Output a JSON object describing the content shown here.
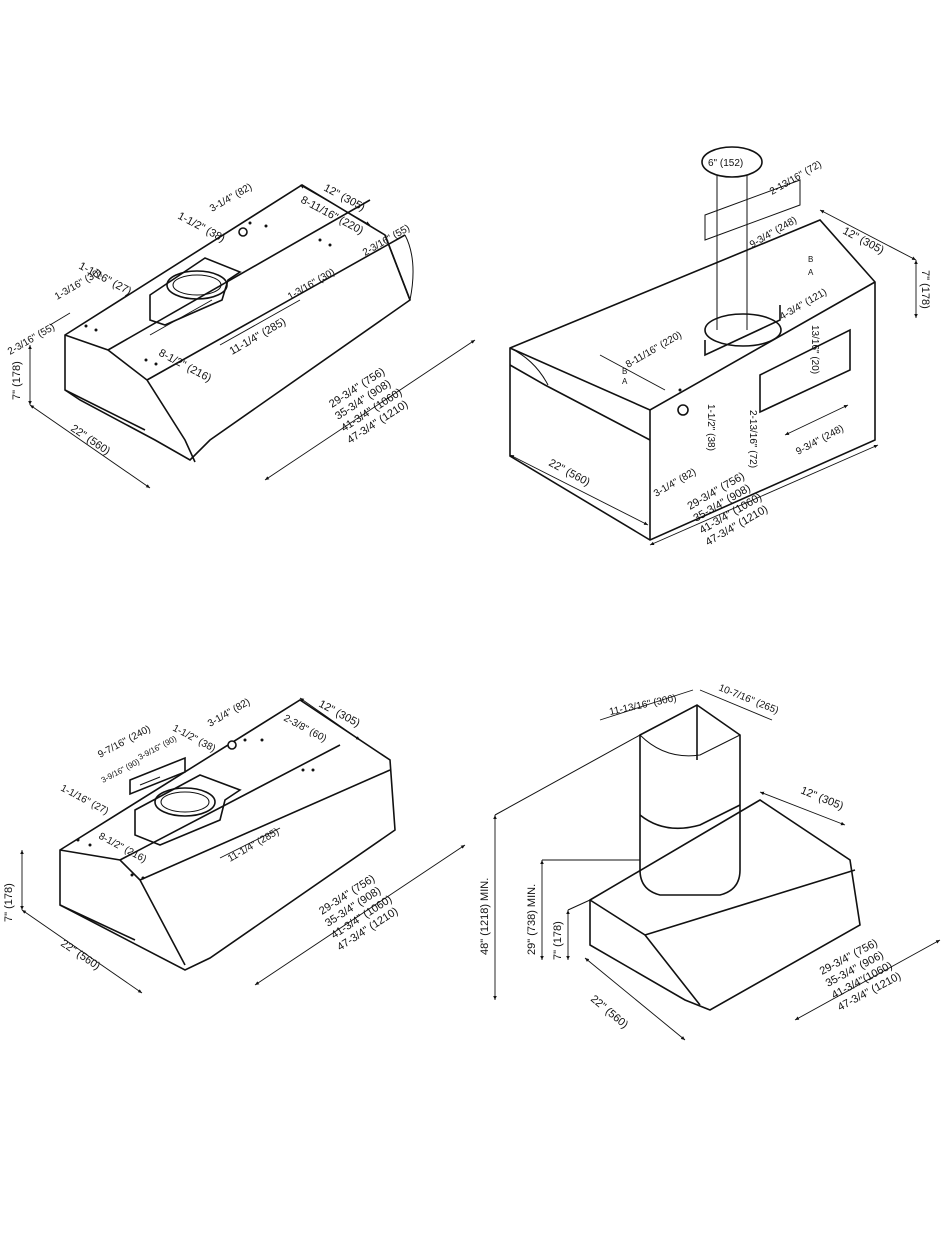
{
  "diagrams": [
    {
      "name": "under-cabinet-hood-top-vent",
      "labels": {
        "d1": "3-1/4\" (82)",
        "d2": "12\" (305)",
        "d3": "1-1/2\" (38)",
        "d4": "8-11/16\" (220)",
        "d5": "2-3/16\" (55)",
        "d6": "1-1/16\" (27)",
        "d7": "1-3/16\" (30)",
        "d8": "1-3/16\" (30)",
        "d9": "2-3/16\" (55)",
        "d10": "8-1/2\" (216)",
        "d11": "11-1/4\" (285)",
        "d12": "7\" (178)",
        "d13": "22\" (560)",
        "w1": "29-3/4\" (756)",
        "w2": "35-3/4\" (908)",
        "w3": "41-3/4\" (1060)",
        "w4": "47-3/4\" (1210)"
      }
    },
    {
      "name": "under-cabinet-hood-rear-vent",
      "labels": {
        "d1": "6\" (152)",
        "d2": "2-13/16\" (72)",
        "d3": "9-3/4\" (248)",
        "d4": "12\" (305)",
        "d5": "7\" (178)",
        "d6": "4-3/4\" (121)",
        "d7": "13/16\" (20)",
        "d8": "8-11/16\" (220)",
        "d9": "1-1/2\" (38)",
        "d10": "2-13/16\" (72)",
        "d11": "9-3/4\" (248)",
        "d12": "22\" (560)",
        "d13": "3-1/4\" (82)",
        "ab_a": "A",
        "ab_b": "B",
        "w1": "29-3/4\" (756)",
        "w2": "35-3/4\" (908)",
        "w3": "41-3/4\" (1060)",
        "w4": "47-3/4\" (1210)"
      }
    },
    {
      "name": "under-cabinet-hood-damper",
      "labels": {
        "d1": "12\" (305)",
        "d2": "3-1/4\" (82)",
        "d3": "1-1/2\" (38)",
        "d4": "2-3/8\" (60)",
        "d5": "9-7/16\" (240)",
        "d6": "3-9/16\" (90)",
        "d7": "3-9/16\" (90)",
        "d8": "1-1/16\" (27)",
        "d9": "8-1/2\" (216)",
        "d10": "11-1/4\" (285)",
        "d11": "7\" (178)",
        "d12": "22\" (560)",
        "w1": "29-3/4\" (756)",
        "w2": "35-3/4\" (908)",
        "w3": "41-3/4\" (1060)",
        "w4": "47-3/4\" (1210)"
      }
    },
    {
      "name": "wall-mount-chimney-hood",
      "labels": {
        "d1": "11-13/16\" (300)",
        "d2": "10-7/16\" (265)",
        "d3": "12\" (305)",
        "d4": "48\" (1218) MIN.",
        "d5": "29\" (738) MIN.",
        "d6": "7\" (178)",
        "d7": "22\" (560)",
        "w1": "29-3/4\" (756)",
        "w2": "35-3/4\" (906)",
        "w3": "41-3/4\"(1060)",
        "w4": "47-3/4\" (1210)"
      }
    }
  ]
}
